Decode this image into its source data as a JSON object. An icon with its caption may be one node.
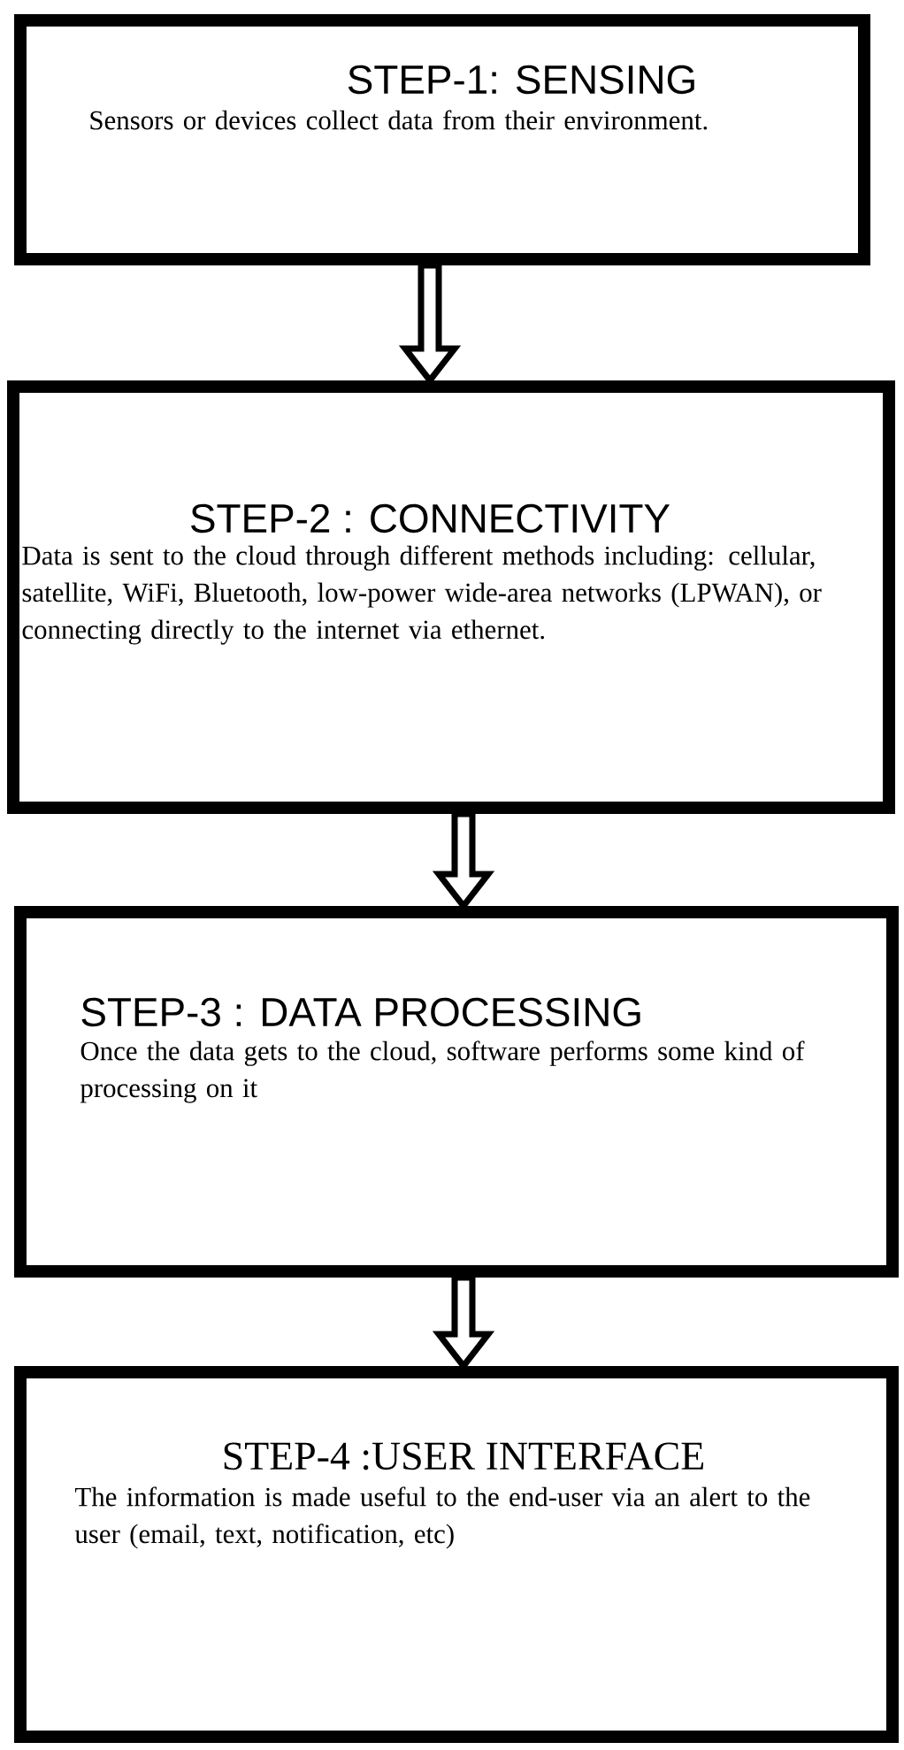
{
  "diagram": {
    "nodes": [
      {
        "text": [
          "STEP-1: SENSING",
          "Sensors or devices collect data from their environment."
        ]
      },
      {
        "text": [
          "STEP-2 : CONNECTIVITY",
          "Data is sent to the cloud through different methods including: cellular, satellite, WiFi, Bluetooth, low-power wide-area networks (LPWAN), or connecting directly to the internet via ethernet."
        ]
      },
      {
        "text": [
          "STEP-3 : DATA PROCESSING",
          "Once the data gets to the cloud, software performs some kind of processing on it"
        ]
      },
      {
        "text": [
          "STEP-4 :USER INTERFACE",
          "The information is made useful to the end-user via an alert to the user (email, text, notification, etc)"
        ]
      }
    ],
    "edges": [
      {
        "from": 0,
        "to": 1,
        "arrow": "to"
      },
      {
        "from": 1,
        "to": 2,
        "arrow": "to"
      },
      {
        "from": 2,
        "to": 3,
        "arrow": "to"
      }
    ]
  }
}
